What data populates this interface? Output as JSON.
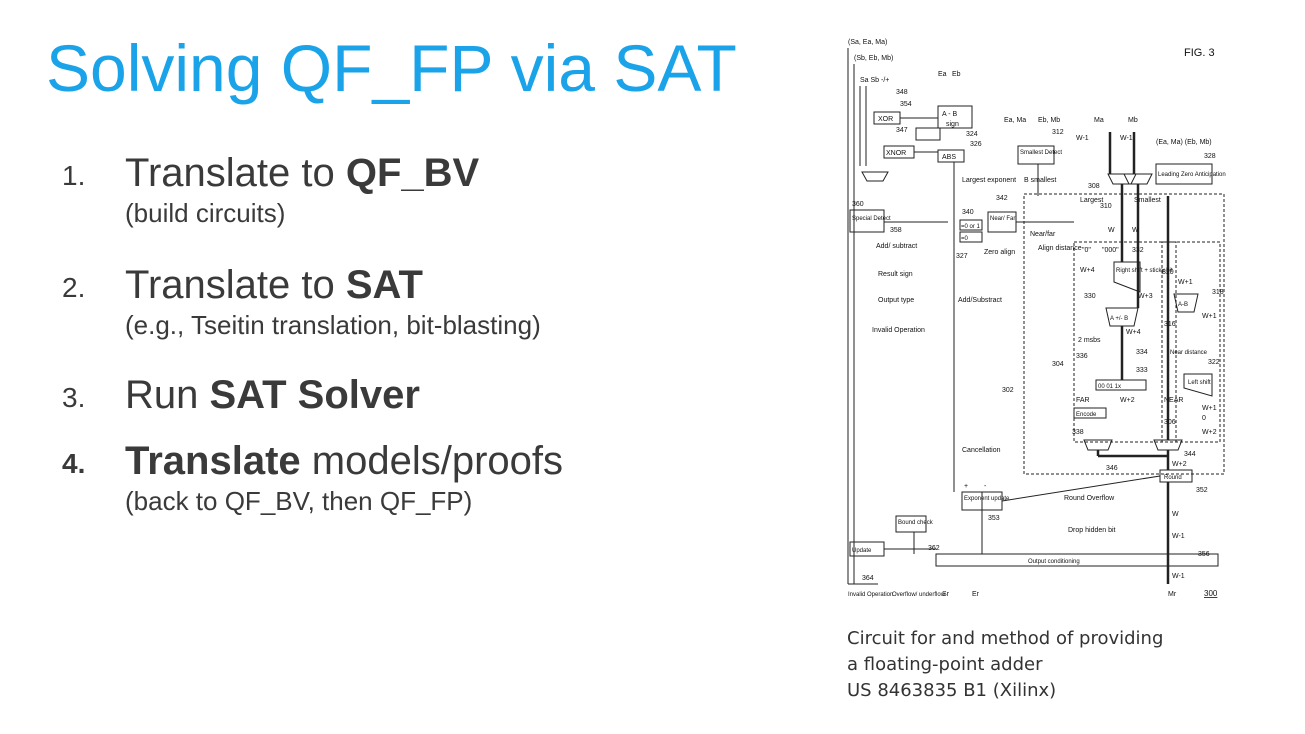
{
  "slide": {
    "title": "Solving QF_FP via SAT",
    "steps": [
      {
        "num": "1.",
        "pre": "Translate to ",
        "bold": "QF_BV",
        "post": "",
        "sub": "(build circuits)"
      },
      {
        "num": "2.",
        "pre": "Translate to ",
        "bold": "SAT",
        "post": "",
        "sub": "(e.g., Tseitin translation, bit-blasting)"
      },
      {
        "num": "3.",
        "pre": "Run ",
        "bold": "SAT Solver",
        "post": "",
        "sub": ""
      },
      {
        "num": "4.",
        "pre": "",
        "bold": "Translate",
        "post": " models/proofs",
        "sub": "(back to QF_BV, then QF_FP)"
      }
    ],
    "caption": [
      "Circuit for and method of providing",
      "a floating-point adder",
      "US 8463835 B1 (Xilinx)"
    ]
  },
  "figure": {
    "fig_label": "FIG. 3",
    "fig_number": "300",
    "labels": {
      "sa_ea_ma": "(Sa, Ea, Ma)",
      "sb_eb_mb": "(Sb, Eb, Mb)",
      "sa_sb": "Sa Sb -/+",
      "ea": "Ea",
      "eb": "Eb",
      "n348": "348",
      "n354": "354",
      "n347": "347",
      "xor": "XOR",
      "xnor": "XNOR",
      "a_b": "A - B",
      "sign": "sign",
      "abs": "ABS",
      "n324": "324",
      "n326": "326",
      "ea_ma": "Ea, Ma",
      "eb_mb": "Eb, Mb",
      "n312": "312",
      "smallest_detect": "Smallest Detect",
      "ma": "Ma",
      "mb": "Mb",
      "w1a": "W-1",
      "w1b": "W-1",
      "ea_ma_eb_mb": "(Ea, Ma) (Eb, Mb)",
      "n328": "328",
      "lza": "Leading Zero Anticipation",
      "largest_exp": "Largest exponent",
      "b_smallest": "B smallest",
      "n308": "308",
      "largest": "Largest",
      "n310": "310",
      "smallest": "Smallest",
      "n360": "360",
      "special_detect": "Special Detect",
      "n358": "358",
      "n340": "340",
      "n342": "342",
      "near_far": "Near/ Far",
      "eq0_or_1": "=0 or 1",
      "eq0": "=0",
      "n327": "327",
      "zero_align": "Zero align",
      "near_far2": "Near/far",
      "align_distance": "Align distance",
      "add_sub": "Add/ subtract",
      "w": "W",
      "w2": "W",
      "n0": "\"0\"",
      "n000": "\"000\"",
      "n332": "332",
      "w4": "W+4",
      "right_shift": "Right shift + sticky bit",
      "w3": "W+3",
      "n320": "320",
      "w1c": "W+1",
      "n318": "318",
      "result_sign": "Result sign",
      "add_substract": "Add/Substract",
      "n330": "330",
      "a_pm_b": "A +/- B",
      "w4b": "W+4",
      "a_b2": "A-B",
      "n316": "316",
      "w1d": "W+1",
      "output_type": "Output type",
      "invalid_op": "Invalid Operation",
      "two_msbs": "2 msbs",
      "n304": "304",
      "n336": "336",
      "n334": "334",
      "n333": "333",
      "near_distance": "Near distance",
      "n322": "322",
      "left_shift": "Left shift",
      "n302": "302",
      "sel_0001": "00 01 1x",
      "w2b": "W+2",
      "far": "FAR",
      "near": "NEAR",
      "w1e": "W+1",
      "n0b": "0",
      "encode": "Encode",
      "n306": "306",
      "w2c": "W+2",
      "n338": "338",
      "n344": "344",
      "cancellation": "Cancellation",
      "n346": "346",
      "w2d": "W+2",
      "round": "Round",
      "n352": "352",
      "plus": "+",
      "minus": "-",
      "exp_update": "Exponent update",
      "round_overflow": "Round Overflow",
      "n353": "353",
      "w5": "W",
      "bound_check": "Bound check",
      "drop_hidden": "Drop hidden bit",
      "w1f": "W-1",
      "update": "Update",
      "n362": "362",
      "n356": "356",
      "output_cond": "Output conditioning",
      "n364": "364",
      "w1g": "W-1",
      "invalid_op2": "Invalid Operation",
      "overflow": "Overflow/ underflow",
      "sr": "Sr",
      "er": "Er",
      "mr": "Mr"
    }
  }
}
